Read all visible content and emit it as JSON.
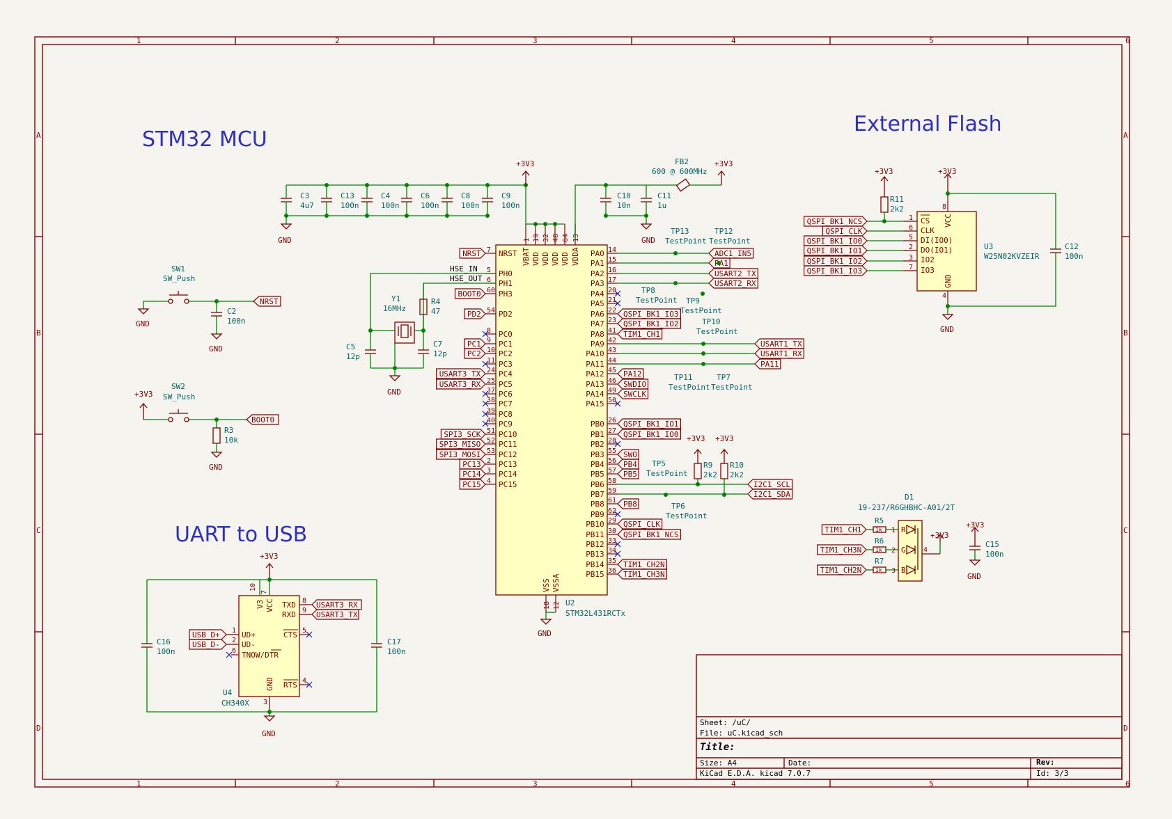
{
  "titles": {
    "mcu": "STM32 MCU",
    "flash": "External Flash",
    "uart": "UART to USB"
  },
  "frame": {
    "cols": [
      "1",
      "2",
      "3",
      "4",
      "5",
      "6"
    ],
    "rows": [
      "A",
      "B",
      "C",
      "D"
    ]
  },
  "title_block": {
    "sheet": "Sheet: /uC/",
    "file": "File: uC.kicad_sch",
    "title": "Title:",
    "size": "Size: A4",
    "date": "Date:",
    "rev": "Rev:",
    "tool": "KiCad E.D.A.  kicad 7.0.7",
    "id": "Id: 3/3"
  },
  "power": {
    "v33": "+3V3",
    "gnd": "GND"
  },
  "decoupling_caps": [
    {
      "ref": "C3",
      "value": "4u7"
    },
    {
      "ref": "C13",
      "value": "100n"
    },
    {
      "ref": "C4",
      "value": "100n"
    },
    {
      "ref": "C6",
      "value": "100n"
    },
    {
      "ref": "C8",
      "value": "100n"
    },
    {
      "ref": "C9",
      "value": "100n"
    }
  ],
  "analog_caps": [
    {
      "ref": "C10",
      "value": "10n"
    },
    {
      "ref": "C11",
      "value": "1u"
    }
  ],
  "ferrite": {
    "ref": "FB2",
    "value": "600 @ 600MHz"
  },
  "mcu": {
    "ref": "U2",
    "part": "STM32L431RCTx",
    "top_pins": [
      {
        "num": "1",
        "name": "VBAT"
      },
      {
        "num": "19",
        "name": "VDD"
      },
      {
        "num": "32",
        "name": "VDD"
      },
      {
        "num": "48",
        "name": "VDD"
      },
      {
        "num": "64",
        "name": "VDD"
      },
      {
        "num": "13",
        "name": "VDDA"
      }
    ],
    "bottom_pins": [
      {
        "num": "18",
        "name": "VSS"
      },
      {
        "num": "12",
        "name": "VSSA"
      }
    ],
    "left_pins": [
      {
        "num": "7",
        "name": "NRST",
        "label": "NRST",
        "lt": "port"
      },
      {
        "num": "5",
        "name": "PH0",
        "label": "HSE_IN",
        "lt": "local"
      },
      {
        "num": "6",
        "name": "PH1",
        "label": "HSE_OUT",
        "lt": "local"
      },
      {
        "num": "60",
        "name": "PH3",
        "label": "BOOT0",
        "lt": "port"
      },
      {
        "num": "54",
        "name": "PD2",
        "label": "PD2",
        "lt": "port"
      },
      {
        "num": "8",
        "name": "PC0",
        "label": "",
        "lt": "nc"
      },
      {
        "num": "9",
        "name": "PC1",
        "label": "PC1",
        "lt": "port"
      },
      {
        "num": "10",
        "name": "PC2",
        "label": "PC2",
        "lt": "port"
      },
      {
        "num": "11",
        "name": "PC3",
        "label": "",
        "lt": "nc"
      },
      {
        "num": "24",
        "name": "PC4",
        "label": "USART3_TX",
        "lt": "port"
      },
      {
        "num": "25",
        "name": "PC5",
        "label": "USART3_RX",
        "lt": "port"
      },
      {
        "num": "37",
        "name": "PC6",
        "label": "",
        "lt": "nc"
      },
      {
        "num": "38",
        "name": "PC7",
        "label": "",
        "lt": "nc"
      },
      {
        "num": "39",
        "name": "PC8",
        "label": "",
        "lt": "nc"
      },
      {
        "num": "40",
        "name": "PC9",
        "label": "",
        "lt": "nc"
      },
      {
        "num": "51",
        "name": "PC10",
        "label": "SPI3_SCK",
        "lt": "port"
      },
      {
        "num": "52",
        "name": "PC11",
        "label": "SPI3_MISO",
        "lt": "port"
      },
      {
        "num": "53",
        "name": "PC12",
        "label": "SPI3_MOSI",
        "lt": "port"
      },
      {
        "num": "2",
        "name": "PC13",
        "label": "PC13",
        "lt": "port"
      },
      {
        "num": "3",
        "name": "PC14",
        "label": "PC14",
        "lt": "port"
      },
      {
        "num": "4",
        "name": "PC15",
        "label": "PC15",
        "lt": "port"
      }
    ],
    "right_pins": [
      {
        "num": "14",
        "name": "PA0",
        "label": "ADC1_IN5"
      },
      {
        "num": "15",
        "name": "PA1",
        "label": "PA1"
      },
      {
        "num": "16",
        "name": "PA2",
        "label": "USART2_TX"
      },
      {
        "num": "17",
        "name": "PA3",
        "label": "USART2_RX"
      },
      {
        "num": "20",
        "name": "PA4",
        "label": ""
      },
      {
        "num": "21",
        "name": "PA5",
        "label": ""
      },
      {
        "num": "22",
        "name": "PA6",
        "label": "QSPI_BK1_IO3"
      },
      {
        "num": "23",
        "name": "PA7",
        "label": "QSPI_BK1_IO2"
      },
      {
        "num": "41",
        "name": "PA8",
        "label": "TIM1_CH1"
      },
      {
        "num": "42",
        "name": "PA9",
        "label": "USART1_TX"
      },
      {
        "num": "43",
        "name": "PA10",
        "label": "USART1_RX"
      },
      {
        "num": "44",
        "name": "PA11",
        "label": "PA11"
      },
      {
        "num": "45",
        "name": "PA12",
        "label": "PA12"
      },
      {
        "num": "46",
        "name": "PA13",
        "label": "SWDIO"
      },
      {
        "num": "49",
        "name": "PA14",
        "label": "SWCLK"
      },
      {
        "num": "50",
        "name": "PA15",
        "label": ""
      },
      {
        "num": "26",
        "name": "PB0",
        "label": "QSPI_BK1_IO1"
      },
      {
        "num": "27",
        "name": "PB1",
        "label": "QSPI_BK1_IO0"
      },
      {
        "num": "28",
        "name": "PB2",
        "label": ""
      },
      {
        "num": "55",
        "name": "PB3",
        "label": "SWO"
      },
      {
        "num": "56",
        "name": "PB4",
        "label": "PB4"
      },
      {
        "num": "57",
        "name": "PB5",
        "label": "PB5"
      },
      {
        "num": "58",
        "name": "PB6",
        "label": "I2C1_SCL"
      },
      {
        "num": "59",
        "name": "PB7",
        "label": "I2C1_SDA"
      },
      {
        "num": "61",
        "name": "PB8",
        "label": "PB8"
      },
      {
        "num": "62",
        "name": "PB9",
        "label": ""
      },
      {
        "num": "29",
        "name": "PB10",
        "label": "QSPI_CLK"
      },
      {
        "num": "30",
        "name": "PB11",
        "label": "QSPI_BK1_NCS"
      },
      {
        "num": "33",
        "name": "PB12",
        "label": ""
      },
      {
        "num": "34",
        "name": "PB13",
        "label": ""
      },
      {
        "num": "35",
        "name": "PB14",
        "label": "TIM1_CH2N"
      },
      {
        "num": "36",
        "name": "PB15",
        "label": "TIM1_CH3N"
      }
    ]
  },
  "testpoints": [
    {
      "ref": "TP13",
      "value": "TestPoint"
    },
    {
      "ref": "TP12",
      "value": "TestPoint"
    },
    {
      "ref": "TP8",
      "value": "TestPoint"
    },
    {
      "ref": "TP9",
      "value": "TestPoint"
    },
    {
      "ref": "TP10",
      "value": "TestPoint"
    },
    {
      "ref": "TP11",
      "value": "TestPoint"
    },
    {
      "ref": "TP7",
      "value": "TestPoint"
    },
    {
      "ref": "TP5",
      "value": "TestPoint"
    },
    {
      "ref": "TP6",
      "value": "TestPoint"
    }
  ],
  "i2c_pullups": [
    {
      "ref": "R9",
      "value": "2k2"
    },
    {
      "ref": "R10",
      "value": "2k2"
    }
  ],
  "crystal": {
    "ref": "Y1",
    "value": "16MHz",
    "c5": {
      "ref": "C5",
      "value": "12p"
    },
    "c7": {
      "ref": "C7",
      "value": "12p"
    },
    "r4": {
      "ref": "R4",
      "value": "47"
    }
  },
  "sw1": {
    "ref": "SW1",
    "value": "SW_Push",
    "cap_ref": "C2",
    "cap_value": "100n",
    "label": "NRST"
  },
  "sw2": {
    "ref": "SW2",
    "value": "SW_Push",
    "res_ref": "R3",
    "res_value": "10k",
    "label": "BOOT0"
  },
  "flash": {
    "ref": "U3",
    "part": "W25N02KVZEIR",
    "r11": {
      "ref": "R11",
      "value": "2k2"
    },
    "c12": {
      "ref": "C12",
      "value": "100n"
    },
    "pins": [
      {
        "num": "1",
        "name": "CS",
        "label": "QSPI_BK1_NCS"
      },
      {
        "num": "6",
        "name": "CLK",
        "label": "QSPI_CLK"
      },
      {
        "num": "5",
        "name": "DI(IO0)",
        "label": "QSPI_BK1_IO0"
      },
      {
        "num": "2",
        "name": "DO(IO1)",
        "label": "QSPI_BK1_IO1"
      },
      {
        "num": "3",
        "name": "IO2",
        "label": "QSPI_BK1_IO2"
      },
      {
        "num": "7",
        "name": "IO3",
        "label": "QSPI_BK1_IO3"
      }
    ],
    "vcc": {
      "num": "8",
      "name": "VCC"
    },
    "gnd": {
      "num": "4",
      "name": "GND"
    }
  },
  "led": {
    "ref": "D1",
    "part": "19-237/R6GHBHC-A01/2T",
    "resistors": [
      {
        "ref": "R5",
        "value": "1k",
        "label": "TIM1_CH1",
        "pin": "1",
        "name": "R"
      },
      {
        "ref": "R6",
        "value": "1k",
        "label": "TIM1_CH3N",
        "pin": "2",
        "name": "G"
      },
      {
        "ref": "R7",
        "value": "1k",
        "label": "TIM1_CH2N",
        "pin": "3",
        "name": "B"
      }
    ],
    "common_pin": "4",
    "c15": {
      "ref": "C15",
      "value": "100n"
    }
  },
  "uart": {
    "ref": "U4",
    "part": "CH340X",
    "c16": {
      "ref": "C16",
      "value": "100n"
    },
    "c17": {
      "ref": "C17",
      "value": "100n"
    },
    "pins": {
      "v3": {
        "num": "10",
        "name": "V3"
      },
      "vcc": {
        "num": "7",
        "name": "VCC"
      },
      "txd": {
        "num": "8",
        "name": "TXD",
        "label": "USART3_RX"
      },
      "rxd": {
        "num": "9",
        "name": "RXD",
        "label": "USART3_TX"
      },
      "cts": {
        "num": "5",
        "name": "CTS"
      },
      "rts": {
        "num": "4",
        "name": "RTS"
      },
      "udp": {
        "num": "1",
        "name": "UD+",
        "label": "USB_D+"
      },
      "udm": {
        "num": "2",
        "name": "UD-",
        "label": "USB_D-"
      },
      "tnow": {
        "num": "6",
        "name": "TNOW/DTR"
      },
      "gnd": {
        "num": "3",
        "name": "GND"
      }
    }
  }
}
